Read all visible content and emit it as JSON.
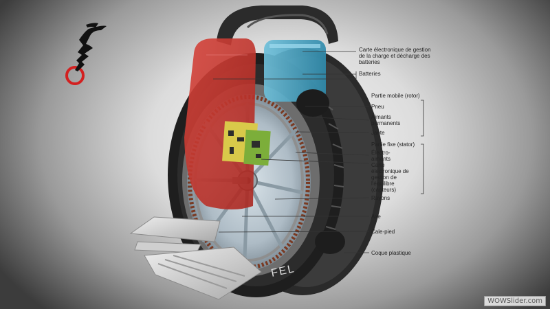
{
  "labels": {
    "carte_charge": "Carte électronique de gestion de la charge et décharge des batteries",
    "batteries": "Batteries",
    "rotor_header": "Partie mobile (rotor)",
    "pneu": "Pneu",
    "aimants": "Aimants permanents",
    "jante": "Jante",
    "stator_header": "Partie fixe (stator)",
    "electro": "Électro-aimants",
    "carte_equilibre": "Carte électronique de gestion de l'équilibre (capteurs)",
    "rayons": "Rayons",
    "axe": "Axe",
    "cale_pied": "Cale-pied",
    "coque": "Coque plastique"
  },
  "watermark": "WOWSlider.com",
  "colors": {
    "red_cover": "#c8342c",
    "battery": "#4aa8c8",
    "tire": "#1e1e1e",
    "rim": "#b7c3cc",
    "logo_red": "#d32020"
  },
  "icons": {
    "logo": "brand-logo-icon"
  }
}
